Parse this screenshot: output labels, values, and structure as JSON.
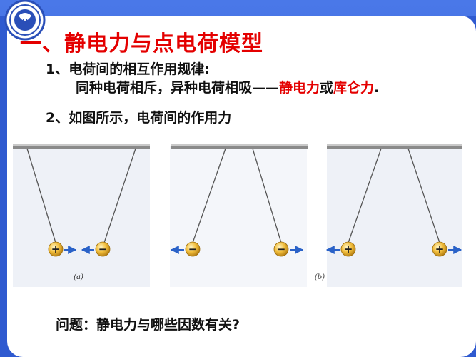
{
  "slide": {
    "title": "一、静电力与点电荷模型",
    "point1_heading": "1、电荷间的相互作用规律:",
    "rule_text": "同种电荷相斥，异种电荷相吸——",
    "term_electrostatic": "静电力",
    "rule_or": "或",
    "term_coulomb": "库仑力",
    "rule_period": ".",
    "point2_heading": "2、如图所示，电荷间的作用力",
    "question": "问题：静电力与哪些因数有关?"
  },
  "figure": {
    "label_a": "(a)",
    "label_b": "(b)"
  },
  "colors": {
    "frame_blue": "#2f5ad0",
    "emphasis_red": "#e40000",
    "arrow_blue": "#2a62c8",
    "ball_gold": "#f2be3c"
  }
}
